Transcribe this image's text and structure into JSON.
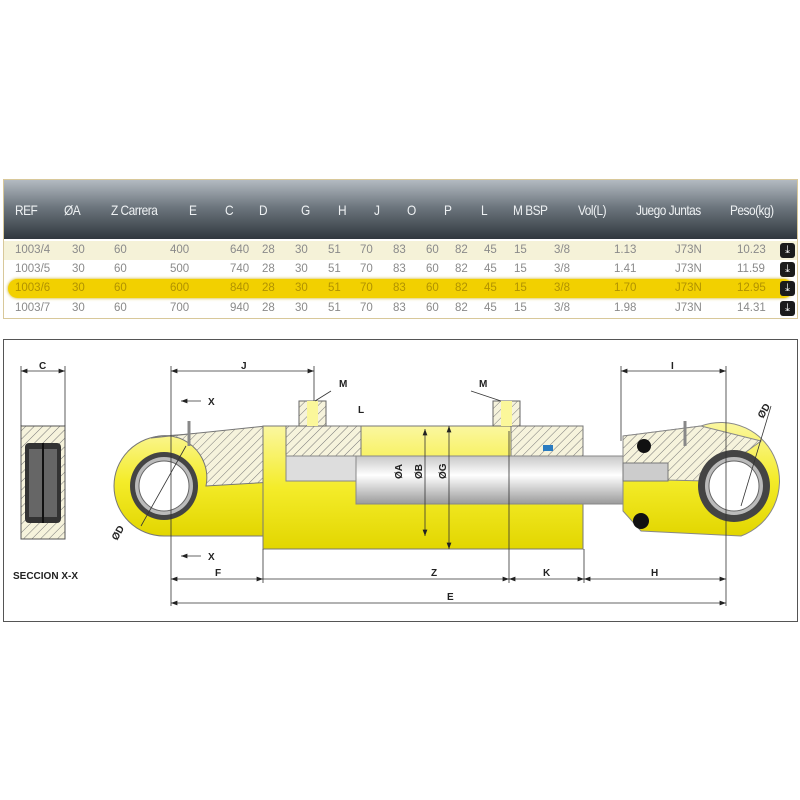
{
  "table": {
    "headers": [
      "REF",
      "ØA",
      "Z Carrera",
      "E",
      "C",
      "D",
      "G",
      "H",
      "J",
      "O",
      "P",
      "L",
      "M BSP",
      "Vol(L)",
      "Juego Juntas",
      "Peso(kg)"
    ],
    "rows": [
      {
        "cells": [
          "1003/4",
          "30",
          "60",
          "400",
          "640",
          "28",
          "30",
          "51",
          "70",
          "83",
          "60",
          "82",
          "45",
          "15",
          "3/8",
          "1.13",
          "J73N",
          "10.23"
        ],
        "highlighted": false
      },
      {
        "cells": [
          "1003/5",
          "30",
          "60",
          "500",
          "740",
          "28",
          "30",
          "51",
          "70",
          "83",
          "60",
          "82",
          "45",
          "15",
          "3/8",
          "1.41",
          "J73N",
          "11.59"
        ],
        "highlighted": false
      },
      {
        "cells": [
          "1003/6",
          "30",
          "60",
          "600",
          "840",
          "28",
          "30",
          "51",
          "70",
          "83",
          "60",
          "82",
          "45",
          "15",
          "3/8",
          "1.70",
          "J73N",
          "12.95"
        ],
        "highlighted": true
      },
      {
        "cells": [
          "1003/7",
          "30",
          "60",
          "700",
          "940",
          "28",
          "30",
          "51",
          "70",
          "83",
          "60",
          "82",
          "45",
          "15",
          "3/8",
          "1.98",
          "J73N",
          "14.31"
        ],
        "highlighted": false
      }
    ],
    "download_icon": "download-icon",
    "highlight_color": "#f2d000"
  },
  "diagram": {
    "labels": {
      "c": "C",
      "j": "J",
      "m": "M",
      "i": "I",
      "l": "L",
      "x": "X",
      "od": "ØD",
      "oa": "ØA",
      "ob": "ØB",
      "og": "ØG",
      "section": "SECCION X-X",
      "f": "F",
      "z": "Z",
      "k": "K",
      "h": "H",
      "e": "E"
    },
    "body_color": "#f7f04a"
  }
}
